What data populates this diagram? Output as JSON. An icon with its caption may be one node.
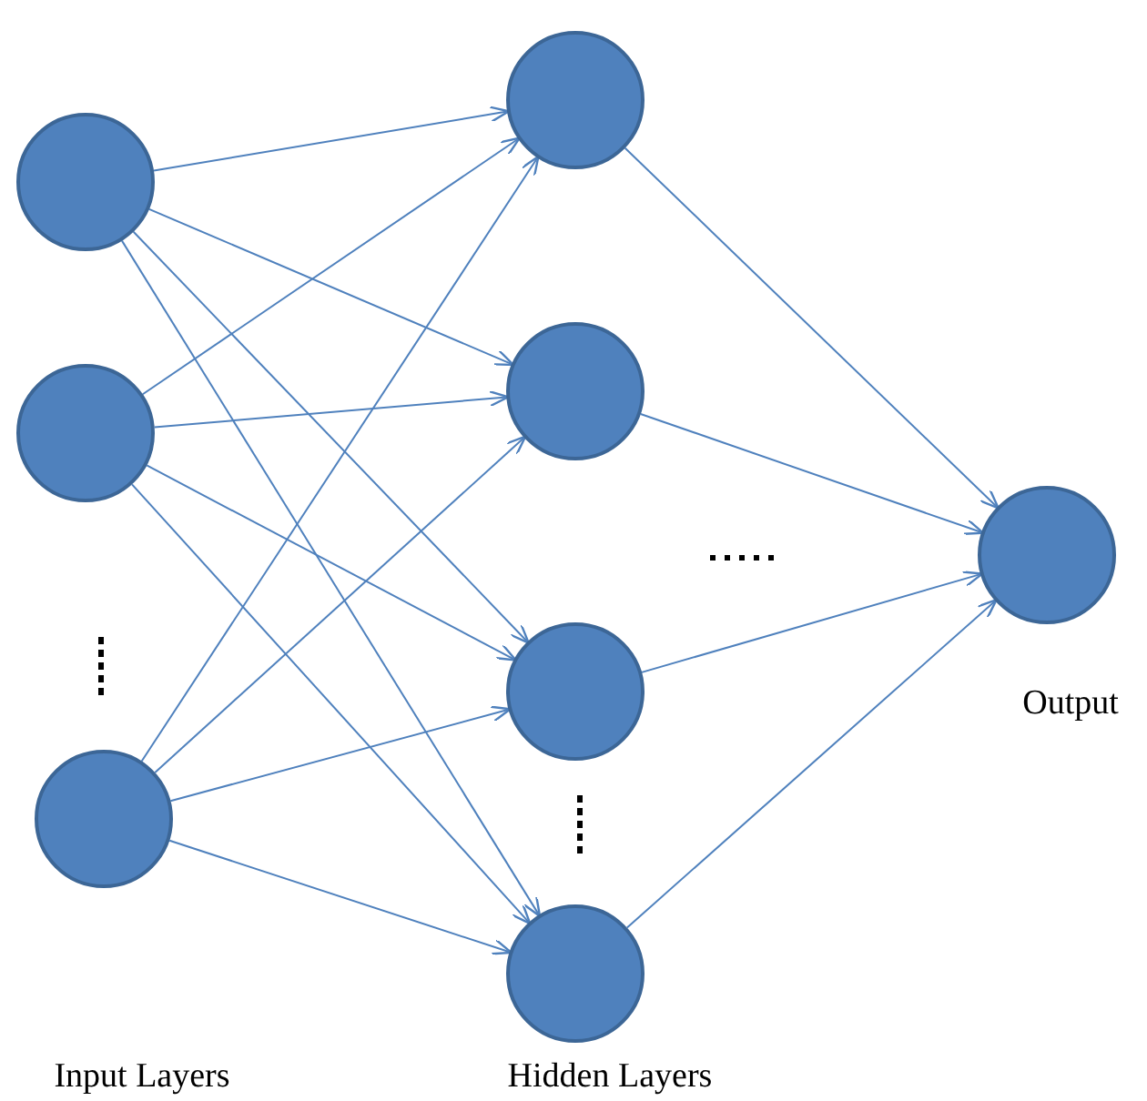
{
  "diagram": {
    "nodes": [
      {
        "text": [],
        "shape": "circle"
      },
      {
        "text": [],
        "shape": "circle"
      },
      {
        "text": [],
        "shape": "circle"
      },
      {
        "text": [],
        "shape": "circle"
      },
      {
        "text": [],
        "shape": "circle"
      },
      {
        "text": [],
        "shape": "circle"
      },
      {
        "text": [],
        "shape": "circle"
      },
      {
        "text": [],
        "shape": "circle",
        "beside": [
          "Output"
        ]
      }
    ],
    "edges": [
      {
        "from": 0,
        "to": 3,
        "arrow": "to"
      },
      {
        "from": 0,
        "to": 4,
        "arrow": "to"
      },
      {
        "from": 0,
        "to": 5,
        "arrow": "to"
      },
      {
        "from": 0,
        "to": 6,
        "arrow": "to"
      },
      {
        "from": 1,
        "to": 3,
        "arrow": "to"
      },
      {
        "from": 1,
        "to": 4,
        "arrow": "to"
      },
      {
        "from": 1,
        "to": 5,
        "arrow": "to"
      },
      {
        "from": 1,
        "to": 6,
        "arrow": "to"
      },
      {
        "from": 2,
        "to": 3,
        "arrow": "to"
      },
      {
        "from": 2,
        "to": 4,
        "arrow": "to"
      },
      {
        "from": 2,
        "to": 5,
        "arrow": "to"
      },
      {
        "from": 2,
        "to": 6,
        "arrow": "to"
      },
      {
        "from": 3,
        "to": 7,
        "arrow": "to"
      },
      {
        "from": 4,
        "to": 7,
        "arrow": "to"
      },
      {
        "from": 5,
        "to": 7,
        "arrow": "to"
      },
      {
        "from": 6,
        "to": 7,
        "arrow": "to"
      }
    ],
    "labels": [
      "Input Layers",
      "Hidden Layers"
    ]
  }
}
